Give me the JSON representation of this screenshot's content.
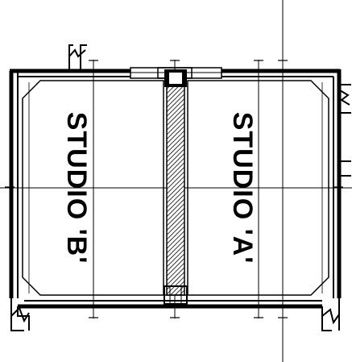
{
  "rooms": [
    {
      "id": "a",
      "label": "STUDIO 'A'"
    },
    {
      "id": "b",
      "label": "STUDIO 'B'"
    }
  ],
  "colors": {
    "line": "#000000",
    "background": "#ffffff",
    "partition_hatch": "#000000"
  }
}
